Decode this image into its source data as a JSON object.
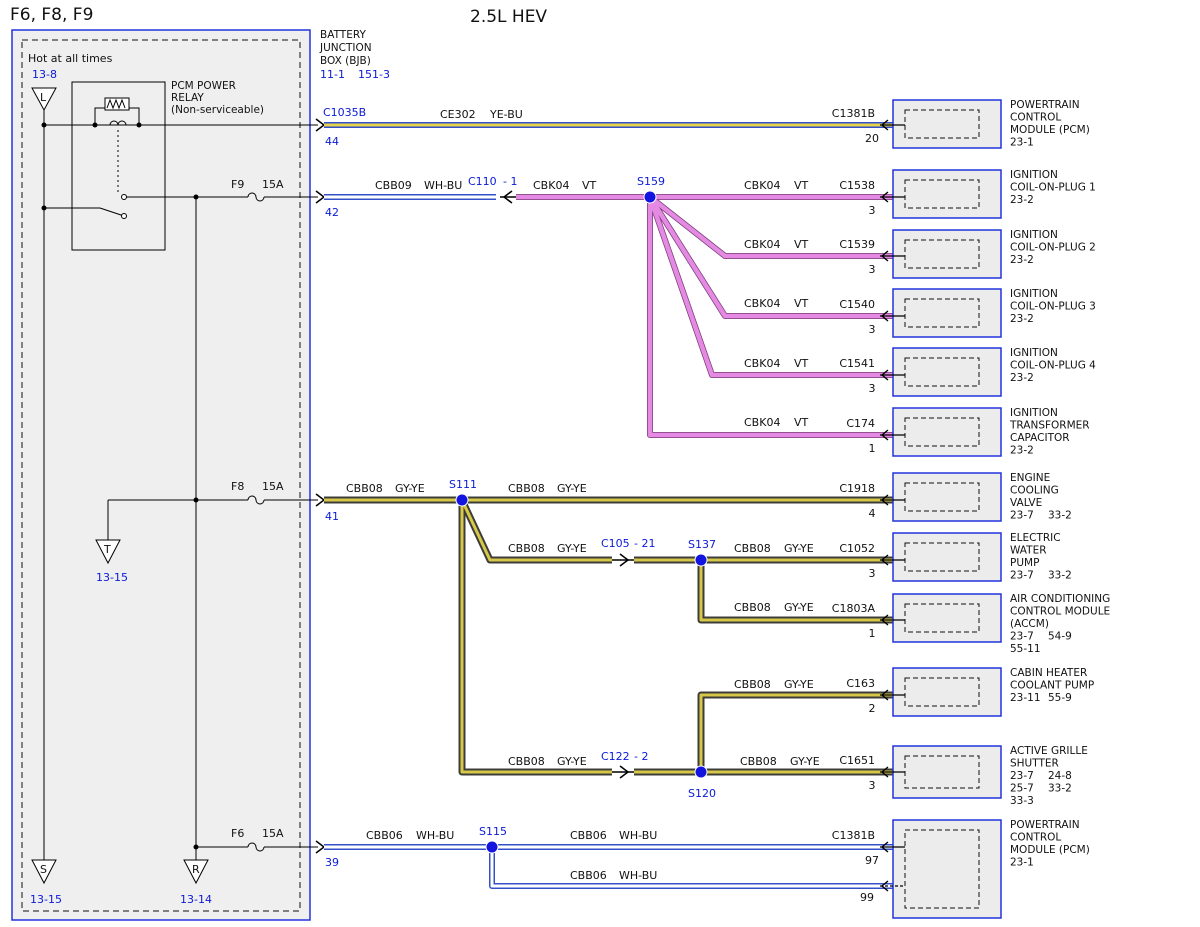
{
  "header": {
    "fuses": "F6, F8, F9",
    "title": "2.5L HEV"
  },
  "left_panel": {
    "hot_label": "Hot at all times",
    "hot_ref": "13-8",
    "relay": {
      "label": [
        "PCM POWER",
        "RELAY",
        "(Non-serviceable)"
      ]
    },
    "tri_L": "L",
    "tri_T": "T",
    "tri_T_ref": "13-15",
    "tri_S": "S",
    "tri_S_ref": "13-15",
    "tri_R": "R",
    "tri_R_ref": "13-14",
    "fuse_f9": "F9",
    "fuse_f9_rating": "15A",
    "fuse_f8": "F8",
    "fuse_f8_rating": "15A",
    "fuse_f6": "F6",
    "fuse_f6_rating": "15A"
  },
  "bjb": {
    "label": [
      "BATTERY",
      "JUNCTION",
      "BOX (BJB)"
    ],
    "ref1": "11-1",
    "ref2": "151-3"
  },
  "pins": {
    "c1035b": "C1035B",
    "p44": "44",
    "p42": "42",
    "p41": "41",
    "p39": "39"
  },
  "wires": {
    "ce302": "CE302",
    "ye_bu": "YE-BU",
    "cbb09": "CBB09",
    "wh_bu": "WH-BU",
    "cbk04": "CBK04",
    "vt": "VT",
    "cbb08": "CBB08",
    "gy_ye": "GY-YE",
    "cbb06": "CBB06"
  },
  "inline": {
    "c110": "C110",
    "c110_pin": "- 1",
    "c105": "C105",
    "c105_pin": "- 21",
    "c122": "C122",
    "c122_pin": "- 2"
  },
  "splices": {
    "s159": "S159",
    "s111": "S111",
    "s137": "S137",
    "s120": "S120",
    "s115": "S115"
  },
  "components": [
    {
      "conn": "C1381B",
      "pin": "20",
      "name": [
        "POWERTRAIN",
        "CONTROL",
        "MODULE (PCM)"
      ],
      "refs": [
        "23-1"
      ]
    },
    {
      "conn": "C1538",
      "pin": "3",
      "name": [
        "IGNITION",
        "COIL-ON-PLUG 1"
      ],
      "refs": [
        "23-2"
      ]
    },
    {
      "conn": "C1539",
      "pin": "3",
      "name": [
        "IGNITION",
        "COIL-ON-PLUG 2"
      ],
      "refs": [
        "23-2"
      ]
    },
    {
      "conn": "C1540",
      "pin": "3",
      "name": [
        "IGNITION",
        "COIL-ON-PLUG 3"
      ],
      "refs": [
        "23-2"
      ]
    },
    {
      "conn": "C1541",
      "pin": "3",
      "name": [
        "IGNITION",
        "COIL-ON-PLUG 4"
      ],
      "refs": [
        "23-2"
      ]
    },
    {
      "conn": "C174",
      "pin": "1",
      "name": [
        "IGNITION",
        "TRANSFORMER",
        "CAPACITOR"
      ],
      "refs": [
        "23-2"
      ]
    },
    {
      "conn": "C1918",
      "pin": "4",
      "name": [
        "ENGINE",
        "COOLING",
        "VALVE"
      ],
      "refs": [
        "23-7",
        "33-2"
      ]
    },
    {
      "conn": "C1052",
      "pin": "3",
      "name": [
        "ELECTRIC",
        "WATER",
        "PUMP"
      ],
      "refs": [
        "23-7",
        "33-2"
      ]
    },
    {
      "conn": "C1803A",
      "pin": "1",
      "name": [
        "AIR CONDITIONING",
        "CONTROL MODULE",
        "(ACCM)"
      ],
      "refs": [
        "23-7",
        "54-9",
        "55-11"
      ]
    },
    {
      "conn": "C163",
      "pin": "2",
      "name": [
        "CABIN HEATER",
        "COOLANT PUMP"
      ],
      "refs": [
        "23-11",
        "55-9"
      ]
    },
    {
      "conn": "C1651",
      "pin": "3",
      "name": [
        "ACTIVE GRILLE",
        "SHUTTER"
      ],
      "refs": [
        "23-7",
        "24-8",
        "25-7",
        "33-2",
        "33-3"
      ]
    },
    {
      "conn": "C1381B",
      "pin": "97",
      "pin2": "99",
      "name": [
        "POWERTRAIN",
        "CONTROL",
        "MODULE (PCM)"
      ],
      "refs": [
        "23-1"
      ]
    }
  ],
  "colors": {
    "frame_blue": "#2233dd",
    "ref_blue": "#0a1ad6",
    "violet": "#e58ae3",
    "gy_ye_outer": "#3d3d38",
    "gy_ye_inner": "#d8c84a",
    "ye_bu_inner": "#e3d34c",
    "wh_bu_outer": "#3450c8",
    "box_fill": "#ececec"
  }
}
